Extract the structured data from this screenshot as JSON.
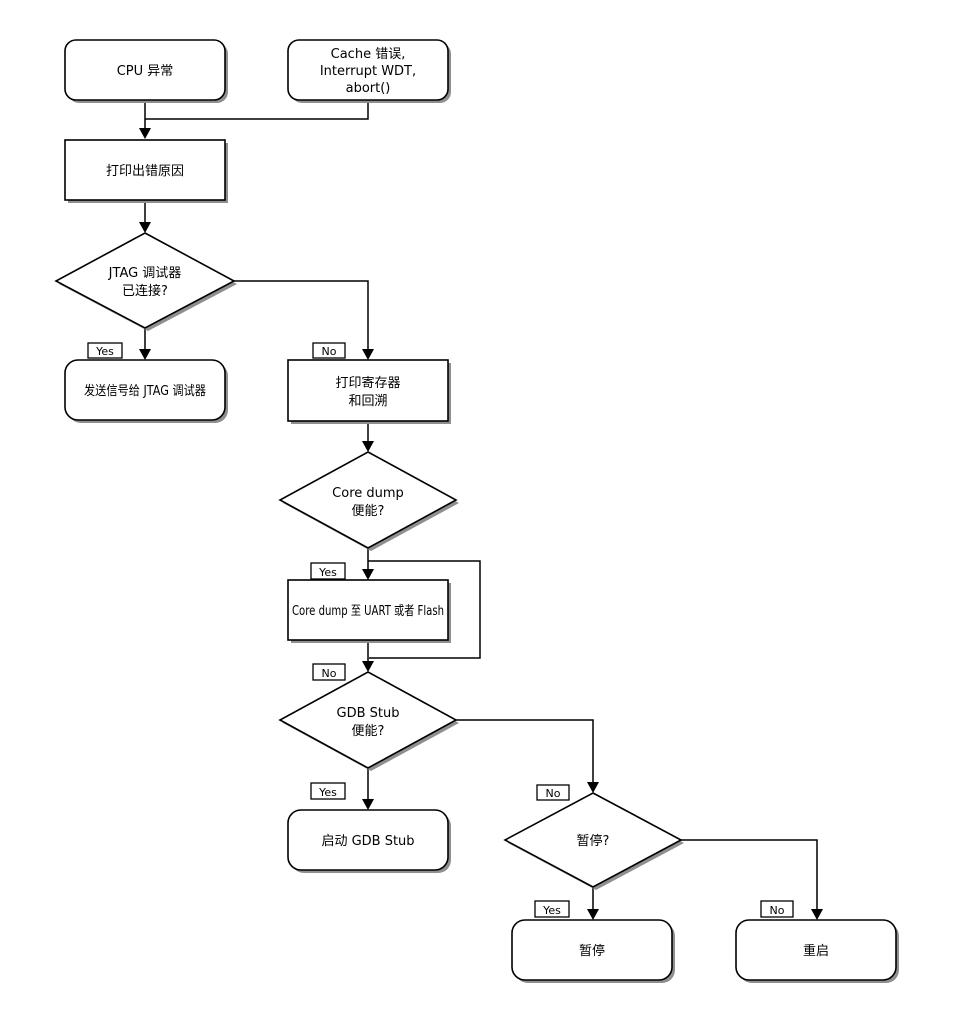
{
  "diagram": {
    "nodes": {
      "cpu_exception": {
        "label": "CPU 异常"
      },
      "cache_error": {
        "lines": [
          "Cache 错误,",
          "Interrupt WDT,",
          "abort()"
        ]
      },
      "print_error_reason": {
        "label": "打印出错原因"
      },
      "jtag_connected": {
        "lines": [
          "JTAG 调试器",
          "已连接?"
        ]
      },
      "send_signal_jtag": {
        "label": "发送信号给 JTAG 调试器"
      },
      "print_registers": {
        "lines": [
          "打印寄存器",
          "和回溯"
        ]
      },
      "coredump_enabled": {
        "lines": [
          "Core dump",
          "便能?"
        ]
      },
      "coredump_target": {
        "label": "Core dump 至 UART 或者 Flash"
      },
      "gdbstub_enabled": {
        "lines": [
          "GDB Stub",
          "便能?"
        ]
      },
      "start_gdbstub": {
        "label": "启动 GDB Stub"
      },
      "halt_question": {
        "label": "暂停?"
      },
      "halt": {
        "label": "暂停"
      },
      "reboot": {
        "label": "重启"
      }
    },
    "edge_labels": {
      "yes": "Yes",
      "no": "No"
    },
    "colors": {
      "background": "#ffffff",
      "line": "#000000",
      "node_fill": "#ffffff",
      "shadow": "#8f8f8f"
    }
  }
}
